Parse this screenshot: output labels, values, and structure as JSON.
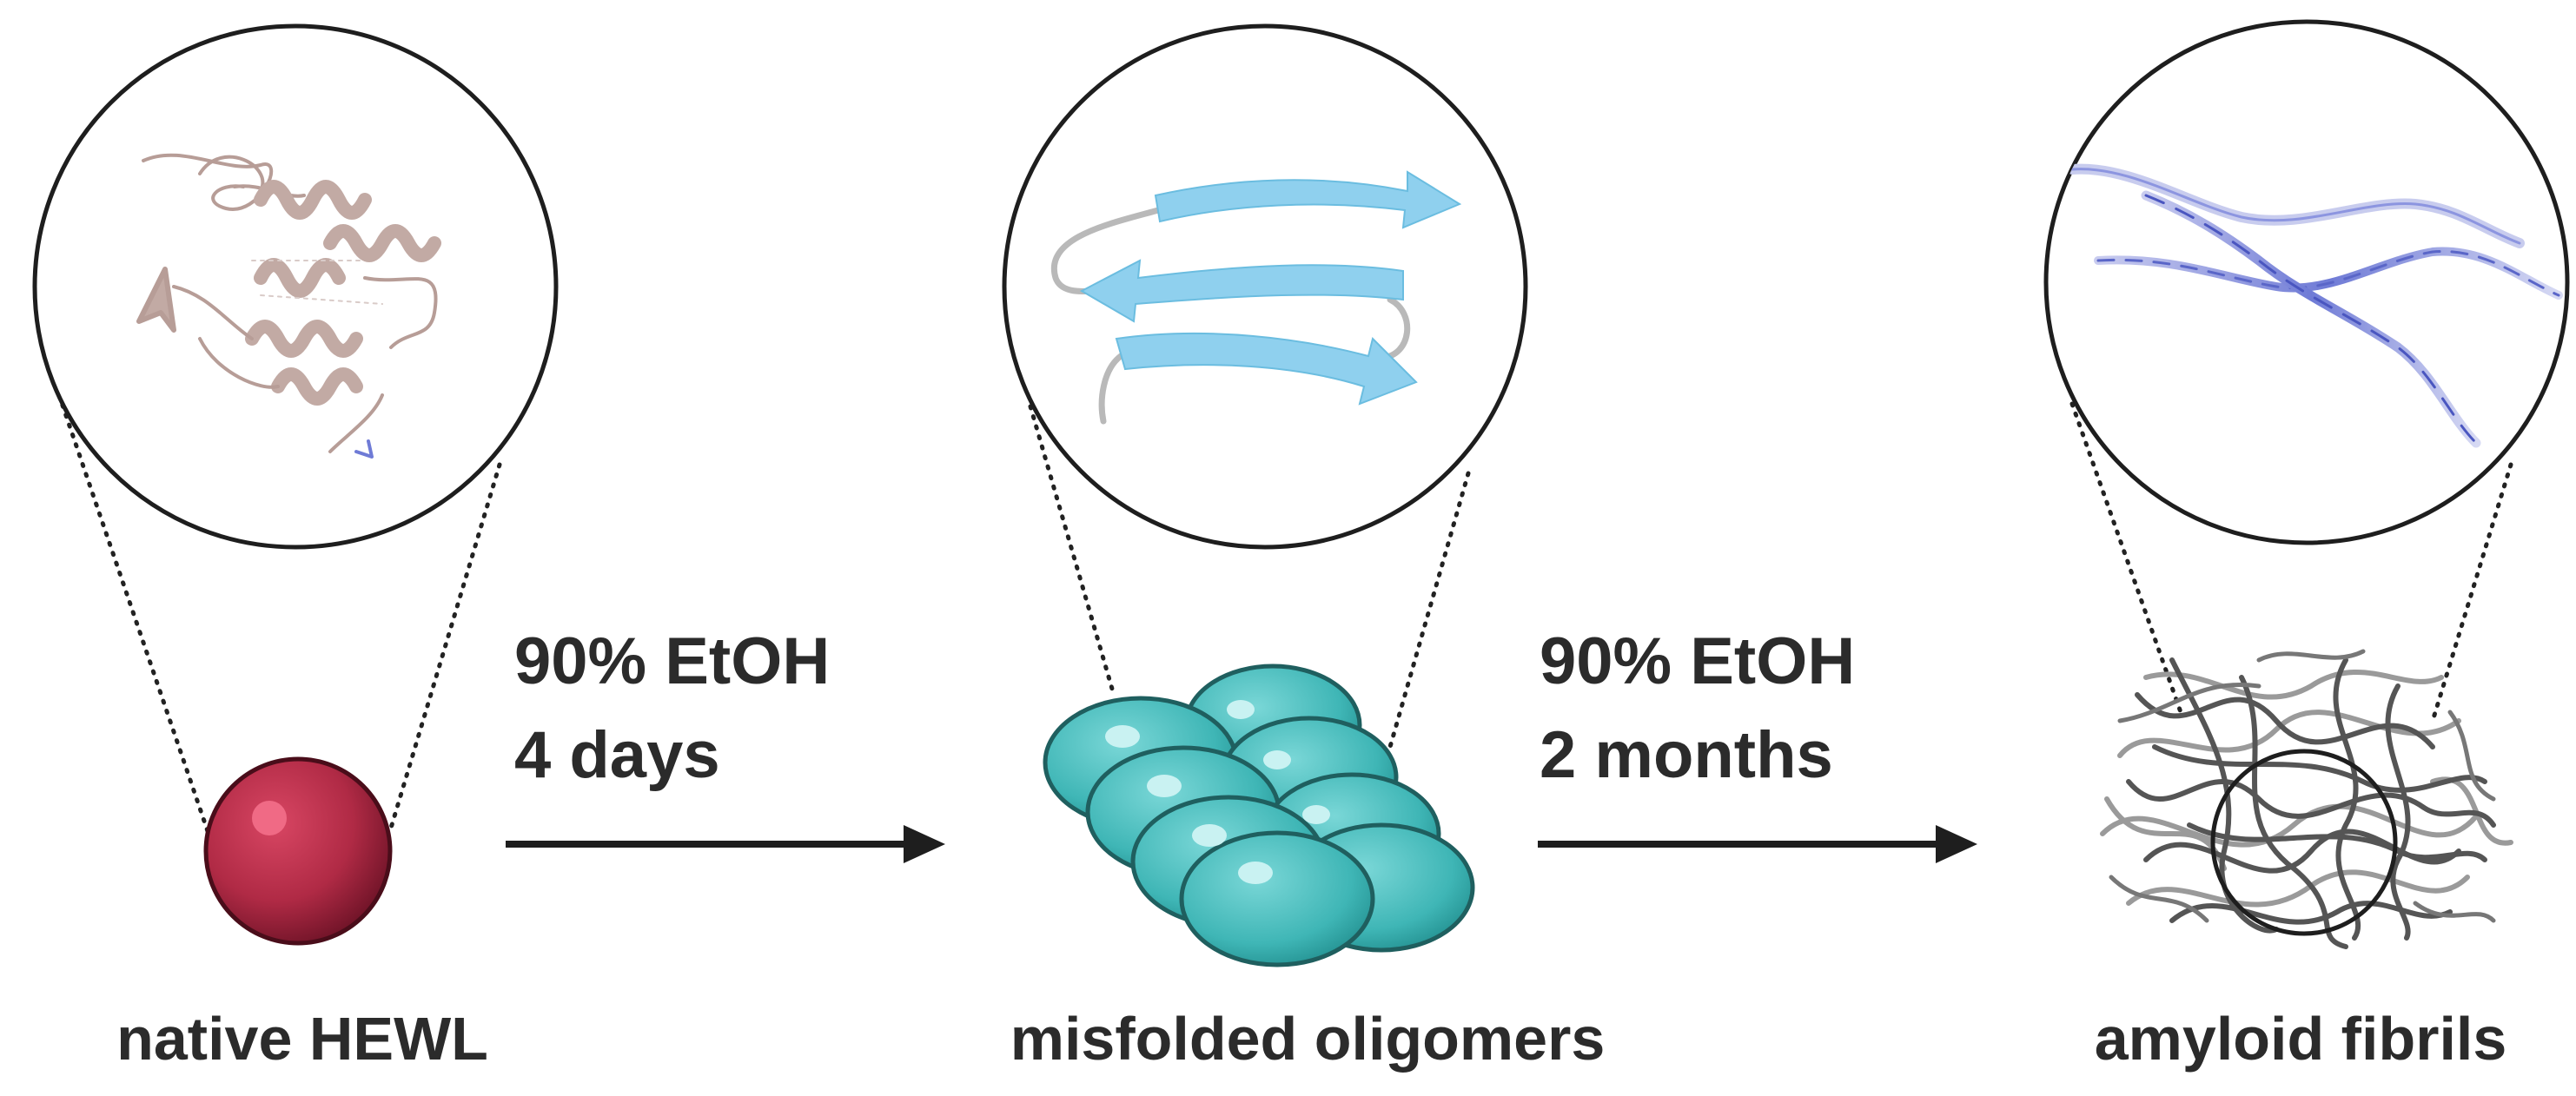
{
  "stages": [
    {
      "label": "native HEWL"
    },
    {
      "label": "misfolded oligomers"
    },
    {
      "label": "amyloid fibrils"
    }
  ],
  "transitions": [
    {
      "line1": "90% EtOH",
      "line2": "4 days"
    },
    {
      "line1": "90% EtOH",
      "line2": "2 months"
    }
  ],
  "colors": {
    "native_sphere": "#b02a45",
    "oligomer": "#3fb6b6",
    "beta_strand": "#8fd0ee",
    "helix": "#c9b3ae",
    "fibril_ribbon": "#6f7bd6",
    "fibril_tangle": "#555555",
    "arrow": "#1e1e1e"
  },
  "icons": [
    "protein-structure-icon",
    "beta-sheet-icon",
    "fibril-ribbon-icon",
    "sphere-icon",
    "oligomer-cluster-icon",
    "fibril-tangle-icon"
  ]
}
